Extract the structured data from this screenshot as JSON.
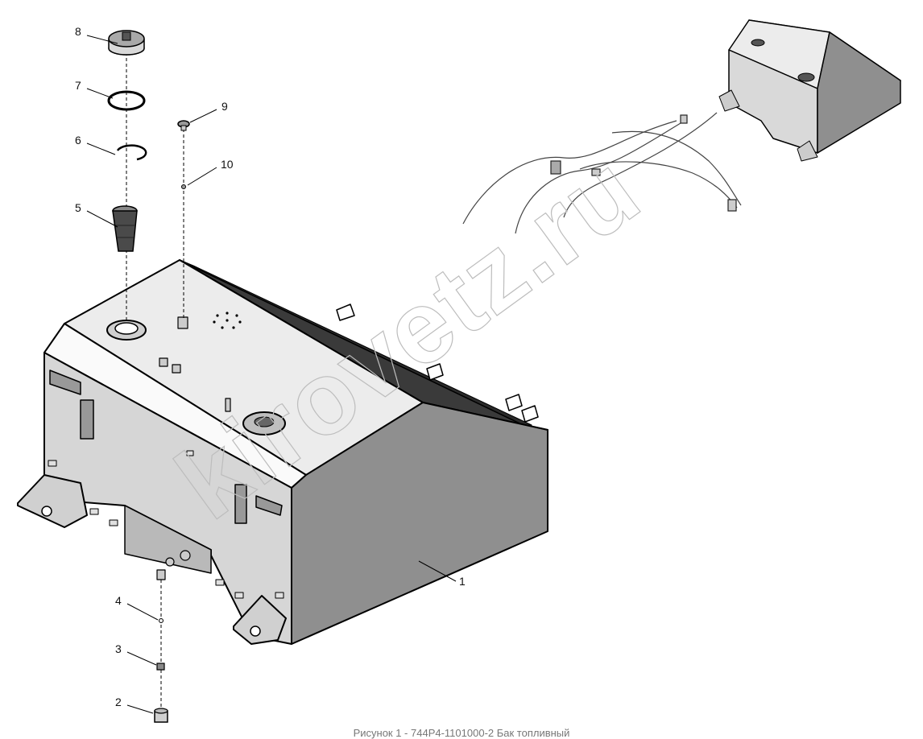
{
  "diagram": {
    "callouts": [
      {
        "id": "8",
        "label": "8"
      },
      {
        "id": "7",
        "label": "7"
      },
      {
        "id": "6",
        "label": "6"
      },
      {
        "id": "5",
        "label": "5"
      },
      {
        "id": "9",
        "label": "9"
      },
      {
        "id": "10",
        "label": "10"
      },
      {
        "id": "1",
        "label": "1"
      },
      {
        "id": "4",
        "label": "4"
      },
      {
        "id": "3",
        "label": "3"
      },
      {
        "id": "2",
        "label": "2"
      }
    ],
    "watermark": "kirovetz.ru",
    "caption": "Рисунок 1 - 744Р4-1101000-2 Бак топливный"
  }
}
